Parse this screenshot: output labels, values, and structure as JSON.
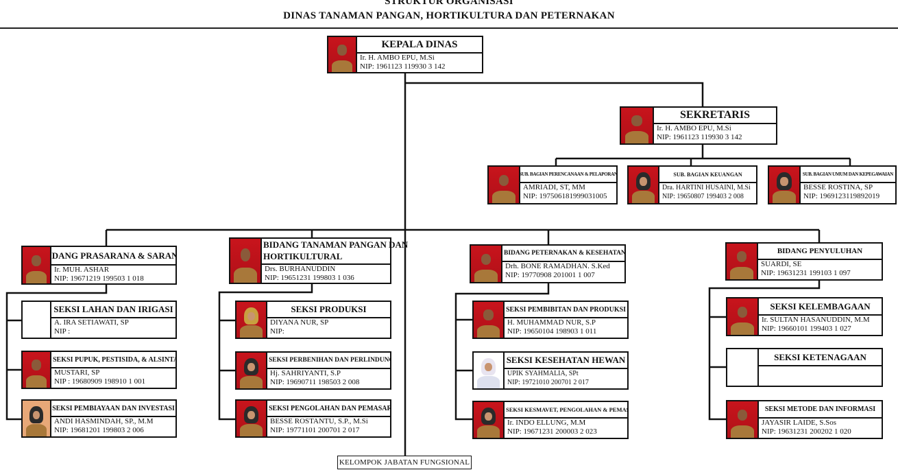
{
  "header": {
    "line1": "STRUKTUR ORGANISASI",
    "line2": "DINAS TANAMAN PANGAN, HORTIKULTURA DAN PETERNAKAN"
  },
  "kepala": {
    "title": "KEPALA DINAS",
    "name": "Ir. H. AMBO EPU, M.Si",
    "nip": "NIP: 1961123 119930 3 142"
  },
  "sekretaris": {
    "title": "SEKRETARIS",
    "name": "Ir. H. AMBO EPU, M.Si",
    "nip": "NIP: 1961123 119930 3 142"
  },
  "sub_bagian": [
    {
      "title": "SUB. BAGIAN PERENCANAAN & PELAPORAN",
      "name": "AMRIADI, ST, MM",
      "nip": "NIP: 197506181999031005"
    },
    {
      "title": "SUB. BAGIAN KEUANGAN",
      "name": "Dra. HARTINI HUSAINI, M.Si",
      "nip": "NIP: 19650807 199403 2 008"
    },
    {
      "title": "SUB. BAGIAN UMUM DAN KEPEGAWAIAN",
      "name": "BESSE ROSTINA, SP",
      "nip": "NIP: 1969123119892019"
    }
  ],
  "bidang": [
    {
      "title": "BIDANG PRASARANA & SARANA",
      "name": "Ir. MUH. ASHAR",
      "nip": "NIP: 19671219 199503 1 018",
      "seksi": [
        {
          "title": "SEKSI LAHAN DAN IRIGASI",
          "name": "A. IRA SETIAWATI, SP",
          "nip": "NIP :"
        },
        {
          "title": "SEKSI PUPUK, PESTISIDA, & ALSINTAN",
          "name": "MUSTARI, SP",
          "nip": "NIP : 19680909 198910 1 001"
        },
        {
          "title": "SEKSI PEMBIAYAAN DAN INVESTASI",
          "name": "ANDI HASMINDAH, SP., M.M",
          "nip": "NIP: 19681201 199803 2 006"
        }
      ]
    },
    {
      "title": "BIDANG TANAMAN PANGAN DAN HORTIKULTURAL",
      "title_line1": "BIDANG TANAMAN PANGAN DAN",
      "title_line2": "HORTIKULTURAL",
      "name": "Drs. BURHANUDDIN",
      "nip": "NIP: 19651231 199803 1 036",
      "seksi": [
        {
          "title": "SEKSI PRODUKSI",
          "name": "DIYANA NUR, SP",
          "nip": "NIP:"
        },
        {
          "title": "SEKSI PERBENIHAN DAN PERLINDUNGAN",
          "name": "Hj. SAHRIYANTI, S.P",
          "nip": "NIP: 19690711 198503 2 008"
        },
        {
          "title": "SEKSI PENGOLAHAN DAN PEMASARAN",
          "name": "BESSE ROSTANTU, S.P., M.Si",
          "nip": "NIP: 19771101 200701 2 017"
        }
      ]
    },
    {
      "title": "BIDANG PETERNAKAN & KESEHATAN HEWAN",
      "name": "Drh. BONE RAMADHAN. S.Ked",
      "nip": "NIP: 19770908 201001 1 007",
      "seksi": [
        {
          "title": "SEKSI PEMBIBITAN DAN PRODUKSI",
          "name": "H. MUHAMMAD NUR, S.P",
          "nip": "NIP: 19650104 198903 1 011"
        },
        {
          "title": "SEKSI KESEHATAN HEWAN",
          "name": "UPIK SYAHMALIA, SPt",
          "nip": "NIP: 19721010 200701 2 017"
        },
        {
          "title": "SEKSI KESMAVET, PENGOLAHAN & PEMASARAN",
          "name": "Ir. INDO ELLUNG, M.M",
          "nip": "NIP: 19671231 200003 2 023"
        }
      ]
    },
    {
      "title": "BIDANG PENYULUHAN",
      "name": "SUARDI, SE",
      "nip": "NIP: 19631231 199103 1 097",
      "seksi": [
        {
          "title": "SEKSI KELEMBAGAAN",
          "name": "Ir. SULTAN HASANUDDIN, M.M",
          "nip": "NIP: 19660101 199403 1 027"
        },
        {
          "title": "SEKSI KETENAGAAN",
          "name": "",
          "nip": ""
        },
        {
          "title": "SEKSI METODE DAN INFORMASI",
          "name": "JAYASIR LAIDE, S.Sos",
          "nip": "NIP: 19631231 200202 1 020"
        }
      ]
    }
  ],
  "footer": "KELOMPOK JABATAN FUNGSIONAL",
  "colors": {
    "photo_background": "#c8141c",
    "line": "#111111"
  }
}
